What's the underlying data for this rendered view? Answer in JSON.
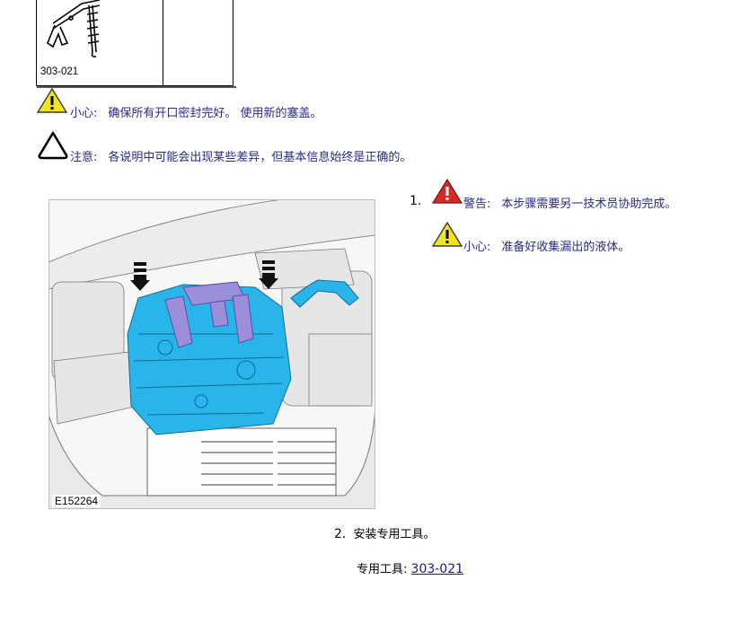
{
  "tool_table": {
    "code": "303-021"
  },
  "notes": [
    {
      "keyword": "小心:",
      "text": "确保所有开口密封完好。 使用新的塞盖。",
      "icon": "caution-triangle-yellow-icon"
    },
    {
      "keyword": "注意:",
      "text": "各说明中可能会出现某些差异，但基本信息始终是正确的。",
      "icon": "note-triangle-outline-icon"
    }
  ],
  "figure": {
    "label": "E152264"
  },
  "steps": [
    {
      "number": "1.",
      "warnings": [
        {
          "keyword": "警告:",
          "text": "本步骤需要另一技术员协助完成。",
          "icon": "warning-triangle-red-icon"
        },
        {
          "keyword": "小心:",
          "text": "准备好收集漏出的液体。",
          "icon": "caution-triangle-yellow-icon"
        }
      ]
    },
    {
      "number": "2.",
      "text": "安装专用工具。",
      "special_tool_label": "专用工具:",
      "special_tool_code": "303-021"
    }
  ],
  "colors": {
    "note_text": "#2a2a8a",
    "engine": "#29b4ea",
    "bracket": "#9a8fd8",
    "warning_red": "#d42a2a",
    "caution_yellow": "#f2e51c"
  }
}
